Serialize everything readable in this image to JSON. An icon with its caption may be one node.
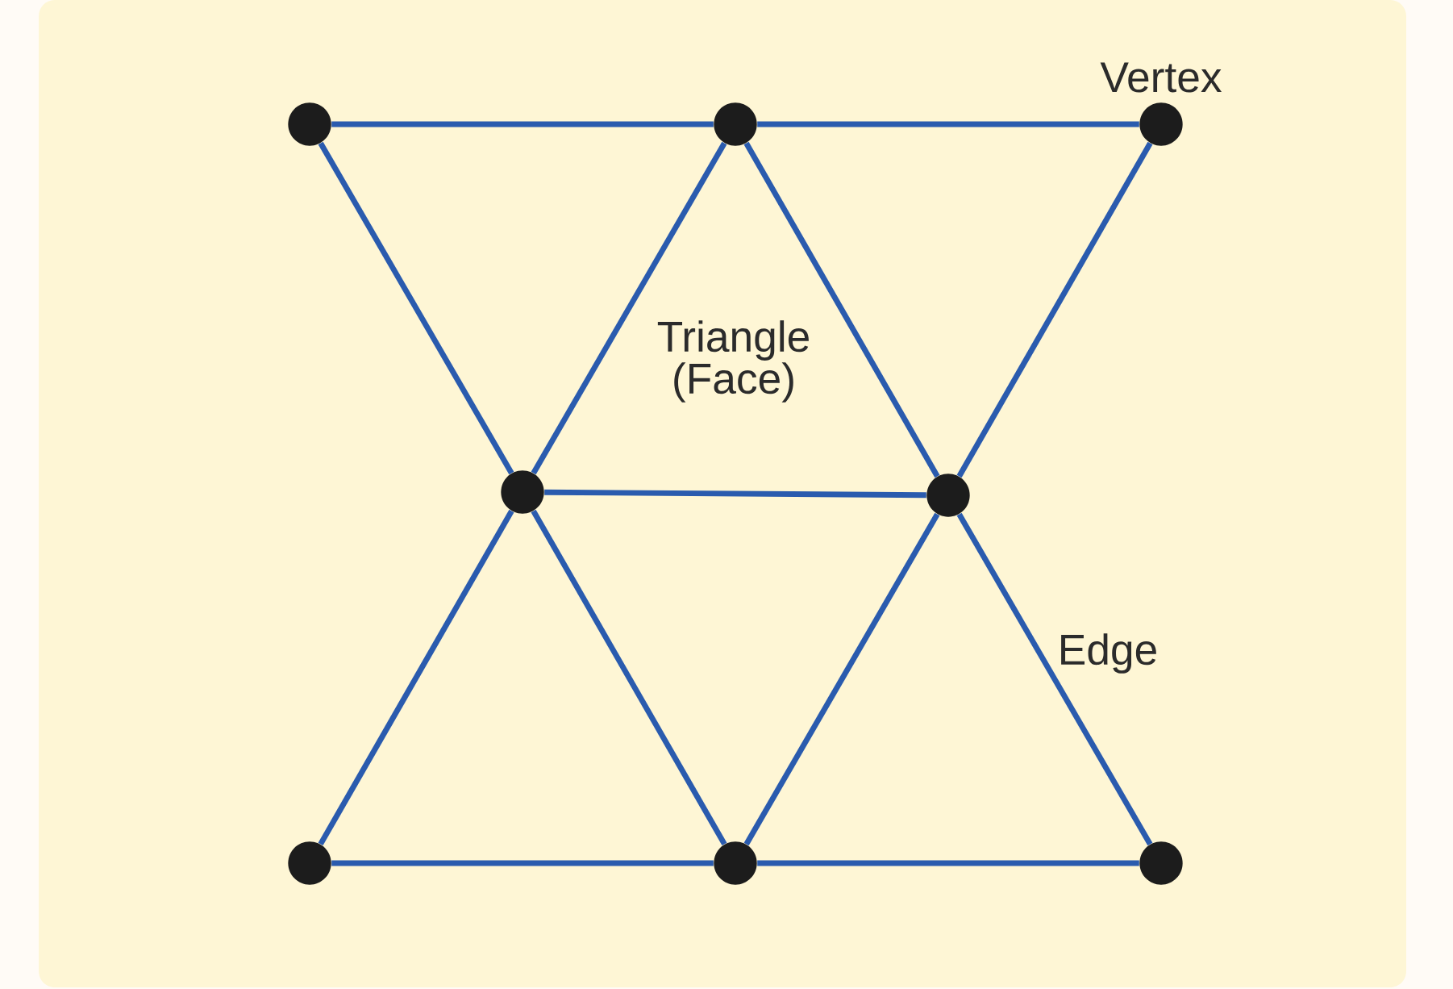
{
  "diagram": {
    "nodes": [
      {
        "text": [],
        "shape": "circle"
      },
      {
        "text": [],
        "shape": "circle"
      },
      {
        "text": [],
        "shape": "circle"
      },
      {
        "text": [],
        "shape": "circle"
      },
      {
        "text": [],
        "shape": "circle"
      },
      {
        "text": [],
        "shape": "circle"
      },
      {
        "text": [],
        "shape": "circle"
      },
      {
        "text": [],
        "shape": "circle"
      }
    ],
    "edges": [
      {
        "from": 0,
        "to": 1,
        "arrow": "none"
      },
      {
        "from": 1,
        "to": 2,
        "arrow": "none"
      },
      {
        "from": 0,
        "to": 3,
        "arrow": "none"
      },
      {
        "from": 1,
        "to": 3,
        "arrow": "none"
      },
      {
        "from": 1,
        "to": 4,
        "arrow": "none"
      },
      {
        "from": 2,
        "to": 4,
        "arrow": "none"
      },
      {
        "from": 3,
        "to": 4,
        "arrow": "none"
      },
      {
        "from": 3,
        "to": 5,
        "arrow": "none"
      },
      {
        "from": 3,
        "to": 6,
        "arrow": "none"
      },
      {
        "from": 4,
        "to": 6,
        "arrow": "none"
      },
      {
        "from": 4,
        "to": 7,
        "arrow": "none"
      },
      {
        "from": 5,
        "to": 6,
        "arrow": "none"
      },
      {
        "from": 6,
        "to": 7,
        "arrow": "none"
      }
    ],
    "labels": [
      "Vertex",
      "Triangle (Face)",
      "Edge"
    ]
  }
}
